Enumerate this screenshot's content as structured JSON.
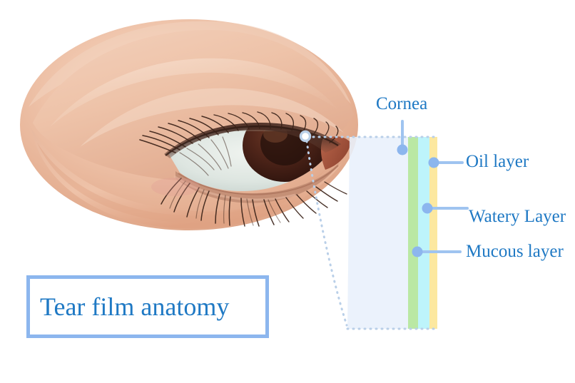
{
  "diagram": {
    "title": "Tear film anatomy",
    "subject": "human eye tear film cross-section"
  },
  "labels": {
    "cornea": "Cornea",
    "oil_layer": "Oil layer",
    "watery_layer": "Watery Layer",
    "mucous_layer": "Mucous layer"
  },
  "layers": [
    {
      "id": "mucous",
      "name": "Mucous layer",
      "color": "#bae8a4"
    },
    {
      "id": "watery",
      "name": "Watery Layer",
      "color": "#bdf4fb"
    },
    {
      "id": "oil",
      "name": "Oil layer",
      "color": "#fce8a0"
    }
  ],
  "colors": {
    "label_text": "#1f79c4",
    "title_text": "#1f79c4",
    "title_border": "#8cb6ee",
    "leader_line": "#9fc4f0",
    "callout_dot": "#8cb6ee",
    "dotted_outline": "#b9cfe8",
    "film_body": "#e8f0fc",
    "oil_layer": "#fce8a0",
    "watery_layer": "#bdf4fb",
    "mucous_layer": "#bae8a4",
    "skin_light": "#f2cdb5",
    "skin_mid": "#e6b295",
    "skin_shadow": "#d79a7c",
    "sclera": "#dfe6e0",
    "iris": "#4e241a",
    "lash": "#3a2218",
    "background": "#ffffff"
  }
}
